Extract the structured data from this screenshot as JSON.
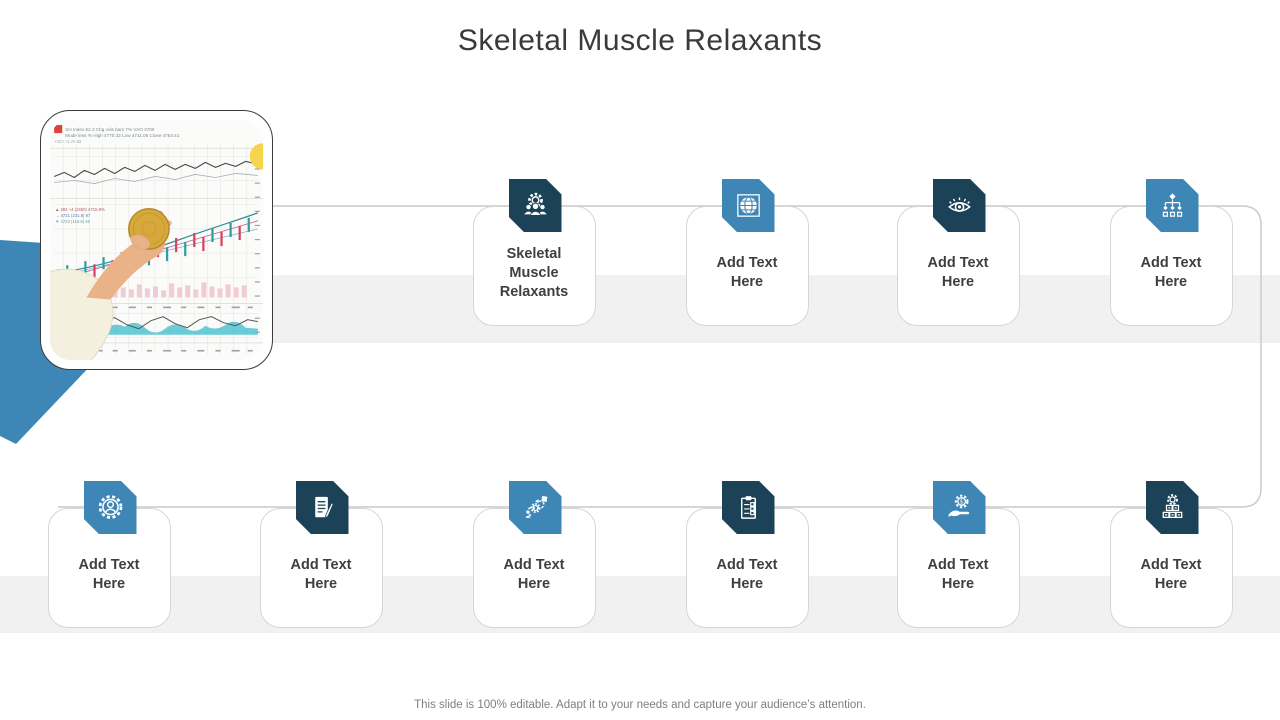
{
  "slide": {
    "title": "Skeletal Muscle Relaxants",
    "footer": "This slide is 100% editable. Adapt it to your needs and capture your audience’s attention."
  },
  "colors": {
    "navy": "#1b4257",
    "blue": "#3e86b5",
    "band": "#f1f1f1",
    "card_border": "#d6d6d6",
    "label_text": "#3f3f3f",
    "connector": "#c9c9c9",
    "coin_gold": "#d7a83b"
  },
  "image": {
    "description": "Hand holding a gold coin over printed stock market charts"
  },
  "cards": {
    "top": [
      {
        "label": "Skeletal Muscle Relaxants",
        "icon": "team-gear-icon",
        "theme": "navy"
      },
      {
        "label": "Add Text Here",
        "icon": "globe-icon",
        "theme": "blue"
      },
      {
        "label": "Add Text Here",
        "icon": "eye-icon",
        "theme": "navy"
      },
      {
        "label": "Add Text Here",
        "icon": "hierarchy-icon",
        "theme": "blue"
      }
    ],
    "bottom": [
      {
        "label": "Add Text Here",
        "icon": "gear-person-icon",
        "theme": "blue"
      },
      {
        "label": "Add Text Here",
        "icon": "document-pen-icon",
        "theme": "navy"
      },
      {
        "label": "Add Text Here",
        "icon": "process-flow-icon",
        "theme": "blue"
      },
      {
        "label": "Add Text Here",
        "icon": "clipboard-checklist-icon",
        "theme": "navy"
      },
      {
        "label": "Add Text Here",
        "icon": "hand-gear-icon",
        "theme": "blue"
      },
      {
        "label": "Add Text Here",
        "icon": "boxes-gear-icon",
        "theme": "navy"
      }
    ]
  }
}
